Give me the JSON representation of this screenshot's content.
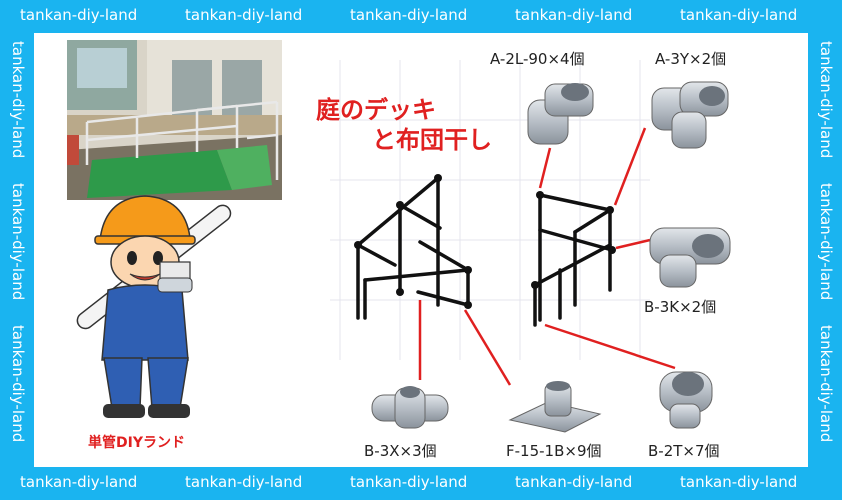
{
  "watermark": "tankan-diy-land",
  "title_line1": "庭のデッキ",
  "title_line2": "と布団干し",
  "brand": "単管DIYランド",
  "parts": [
    {
      "id": "a2l90",
      "label": "A-2L-90×4個"
    },
    {
      "id": "a3y",
      "label": "A-3Y×2個"
    },
    {
      "id": "b3k",
      "label": "B-3K×2個"
    },
    {
      "id": "b3x",
      "label": "B-3X×3個"
    },
    {
      "id": "f151b",
      "label": "F-15-1B×9個"
    },
    {
      "id": "b2t",
      "label": "B-2T×7個"
    }
  ],
  "colors": {
    "band": "#1ab4f0",
    "accent": "#e02020",
    "pipe": "#111111"
  }
}
